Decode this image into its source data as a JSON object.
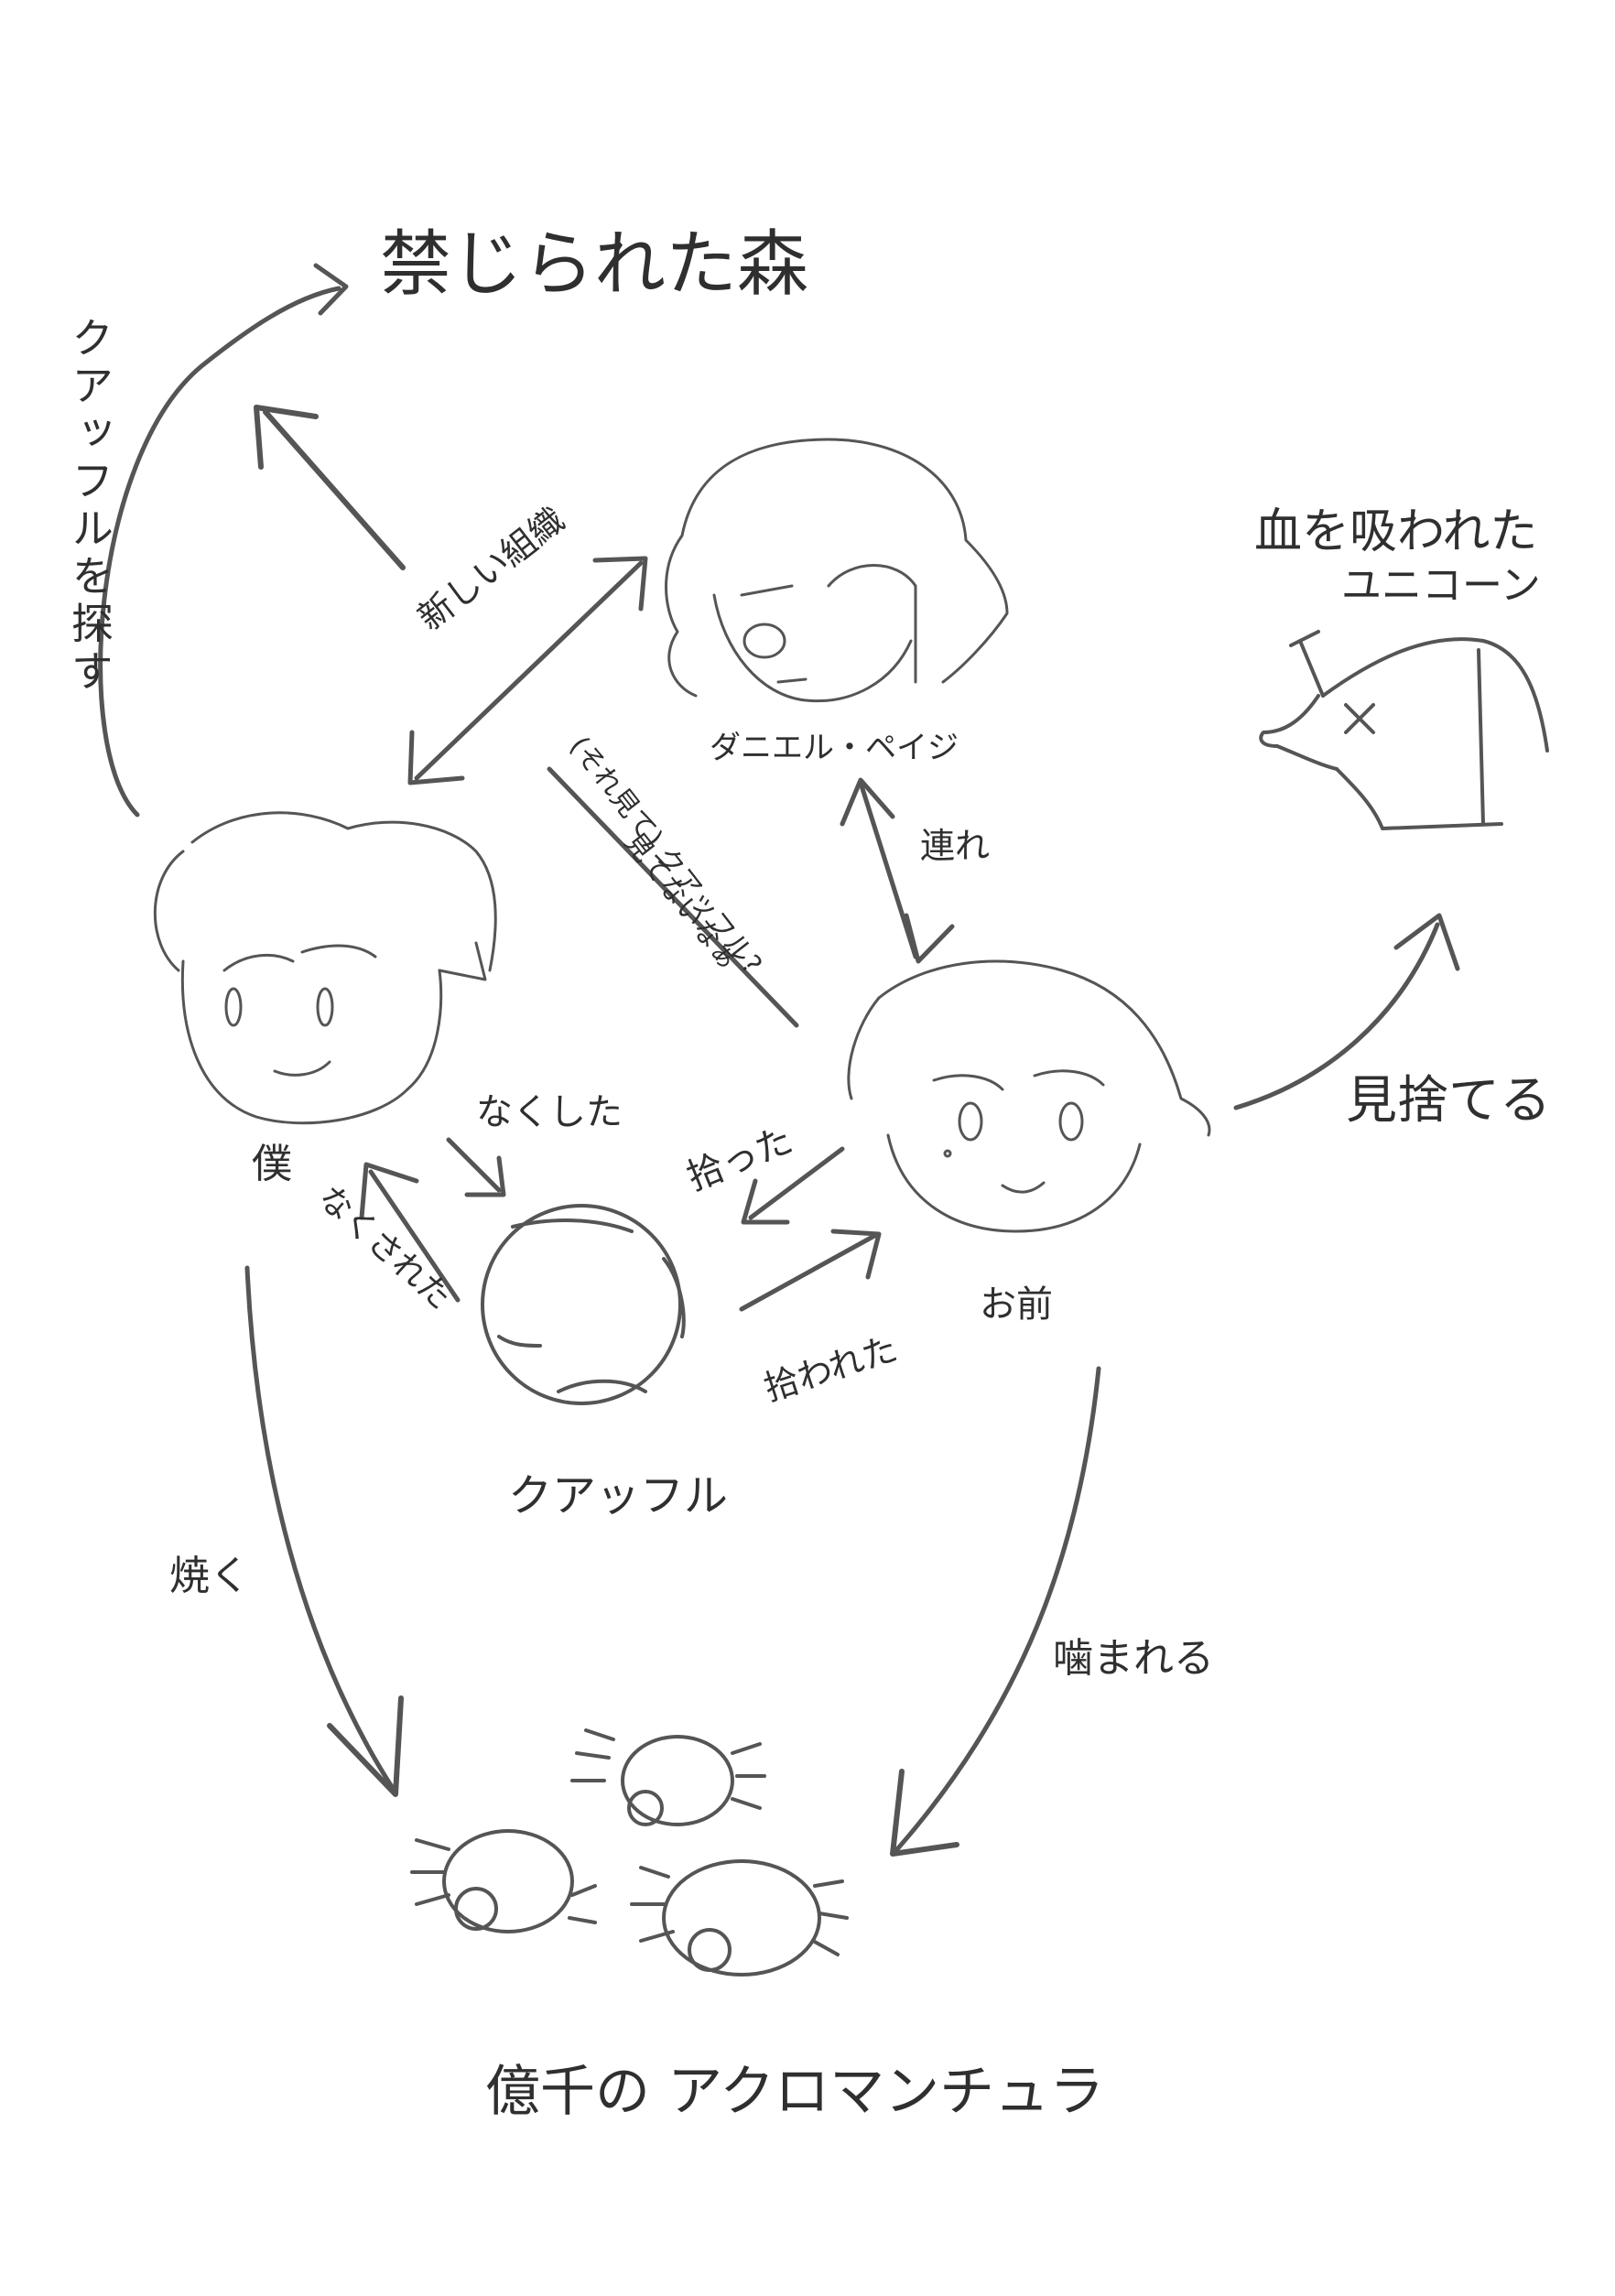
{
  "colors": {
    "background": "#ffffff",
    "stroke": "#555555",
    "text": "#2f2f2f"
  },
  "nodes": {
    "forest": "禁じられた森",
    "unicorn_line1": "血を吸われた",
    "unicorn_line2": "ユニコーン",
    "daniel": "ダニエル・ペイジ",
    "boku": "僕",
    "omae": "お前",
    "quaffle": "クアッフル",
    "acromantula": "億千の アクロマンチュラ"
  },
  "edges": {
    "search_quaffle": "クアッフルを探す",
    "new_org": "新しい組織",
    "did_you_see_1": "(それ見て) クアッフル?",
    "did_you_see_2": "見てないなぁ",
    "accompany": "連れ",
    "abandon": "見捨てる",
    "lost": "なくした",
    "was_lost": "なくされた",
    "picked_up": "拾った",
    "was_picked_up": "拾われた",
    "burn": "焼く",
    "bitten": "噛まれる"
  },
  "icons": [
    "daniel-face-icon",
    "boku-face-icon",
    "omae-face-icon",
    "unicorn-head-icon",
    "quaffle-ball-icon",
    "spider-icon"
  ]
}
